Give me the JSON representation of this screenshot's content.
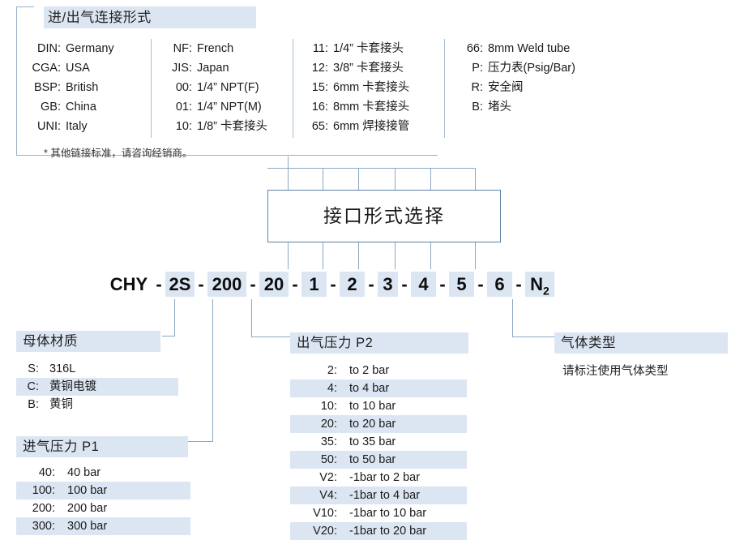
{
  "connection_panel": {
    "title": "进/出气连接形式",
    "note": "* 其他链接标准，请咨询经销商。",
    "columns": [
      {
        "items": [
          {
            "key": "DIN:",
            "value": "Germany"
          },
          {
            "key": "CGA:",
            "value": "USA"
          },
          {
            "key": "BSP:",
            "value": "British"
          },
          {
            "key": "GB:",
            "value": "China"
          },
          {
            "key": "UNI:",
            "value": "Italy"
          }
        ]
      },
      {
        "items": [
          {
            "key": "NF:",
            "value": "French"
          },
          {
            "key": "JIS:",
            "value": "Japan"
          },
          {
            "key": "00:",
            "value": "1/4” NPT(F)"
          },
          {
            "key": "01:",
            "value": "1/4” NPT(M)"
          },
          {
            "key": "10:",
            "value": "1/8” 卡套接头"
          }
        ]
      },
      {
        "items": [
          {
            "key": "11:",
            "value": "1/4” 卡套接头"
          },
          {
            "key": "12:",
            "value": "3/8” 卡套接头"
          },
          {
            "key": "15:",
            "value": "6mm 卡套接头"
          },
          {
            "key": "16:",
            "value": "8mm 卡套接头"
          },
          {
            "key": "65:",
            "value": "6mm 焊接接管"
          }
        ]
      },
      {
        "items": [
          {
            "key": "66:",
            "value": "8mm Weld tube"
          },
          {
            "key": "P:",
            "value": "压力表(Psig/Bar)"
          },
          {
            "key": "R:",
            "value": "安全阀"
          },
          {
            "key": "B:",
            "value": "堵头"
          }
        ]
      }
    ]
  },
  "interface_box": {
    "label": "接口形式选择"
  },
  "product_code": {
    "segments": [
      {
        "text": "CHY",
        "highlight": false,
        "width": 58
      },
      {
        "text": "2S",
        "highlight": true,
        "width": 36
      },
      {
        "text": "200",
        "highlight": true,
        "width": 48
      },
      {
        "text": "20",
        "highlight": true,
        "width": 36
      },
      {
        "text": "1",
        "highlight": true,
        "width": 31
      },
      {
        "text": "2",
        "highlight": true,
        "width": 31
      },
      {
        "text": "3",
        "highlight": true,
        "width": 25
      },
      {
        "text": "4",
        "highlight": true,
        "width": 31
      },
      {
        "text": "5",
        "highlight": true,
        "width": 31
      },
      {
        "text": "6",
        "highlight": true,
        "width": 31
      },
      {
        "text": "N2",
        "highlight": true,
        "width": 36
      }
    ],
    "separator": "-"
  },
  "body_material": {
    "title": "母体材质",
    "rows": [
      {
        "key": "S:",
        "value": "316L",
        "highlight": false
      },
      {
        "key": "C:",
        "value": "黄铜电镀",
        "highlight": true
      },
      {
        "key": "B:",
        "value": "黄铜",
        "highlight": false
      }
    ]
  },
  "inlet_pressure": {
    "title": "进气压力 P1",
    "rows": [
      {
        "key": "40:",
        "value": "40 bar",
        "highlight": false
      },
      {
        "key": "100:",
        "value": "100 bar",
        "highlight": true
      },
      {
        "key": "200:",
        "value": "200 bar",
        "highlight": false
      },
      {
        "key": "300:",
        "value": "300 bar",
        "highlight": true
      }
    ]
  },
  "outlet_pressure": {
    "title": "出气压力 P2",
    "rows": [
      {
        "key": "2:",
        "value": "to 2 bar",
        "highlight": false
      },
      {
        "key": "4:",
        "value": "to 4 bar",
        "highlight": true
      },
      {
        "key": "10:",
        "value": "to 10 bar",
        "highlight": false
      },
      {
        "key": "20:",
        "value": "to 20 bar",
        "highlight": true
      },
      {
        "key": "35:",
        "value": "to 35 bar",
        "highlight": false
      },
      {
        "key": "50:",
        "value": "to 50 bar",
        "highlight": true
      },
      {
        "key": "V2:",
        "value": "-1bar to 2 bar",
        "highlight": false
      },
      {
        "key": "V4:",
        "value": "-1bar to 4 bar",
        "highlight": true
      },
      {
        "key": "V10:",
        "value": "-1bar to 10 bar",
        "highlight": false
      },
      {
        "key": "V20:",
        "value": "-1bar to 20 bar",
        "highlight": true
      }
    ]
  },
  "gas_type": {
    "title": "气体类型",
    "note": "请标注使用气体类型"
  },
  "colors": {
    "highlight": "#dce6f2",
    "connector_line": "#8ba7c4",
    "box_border": "#5b7fa6",
    "panel_border": "#9ab0c6",
    "text": "#1a1a1a"
  }
}
